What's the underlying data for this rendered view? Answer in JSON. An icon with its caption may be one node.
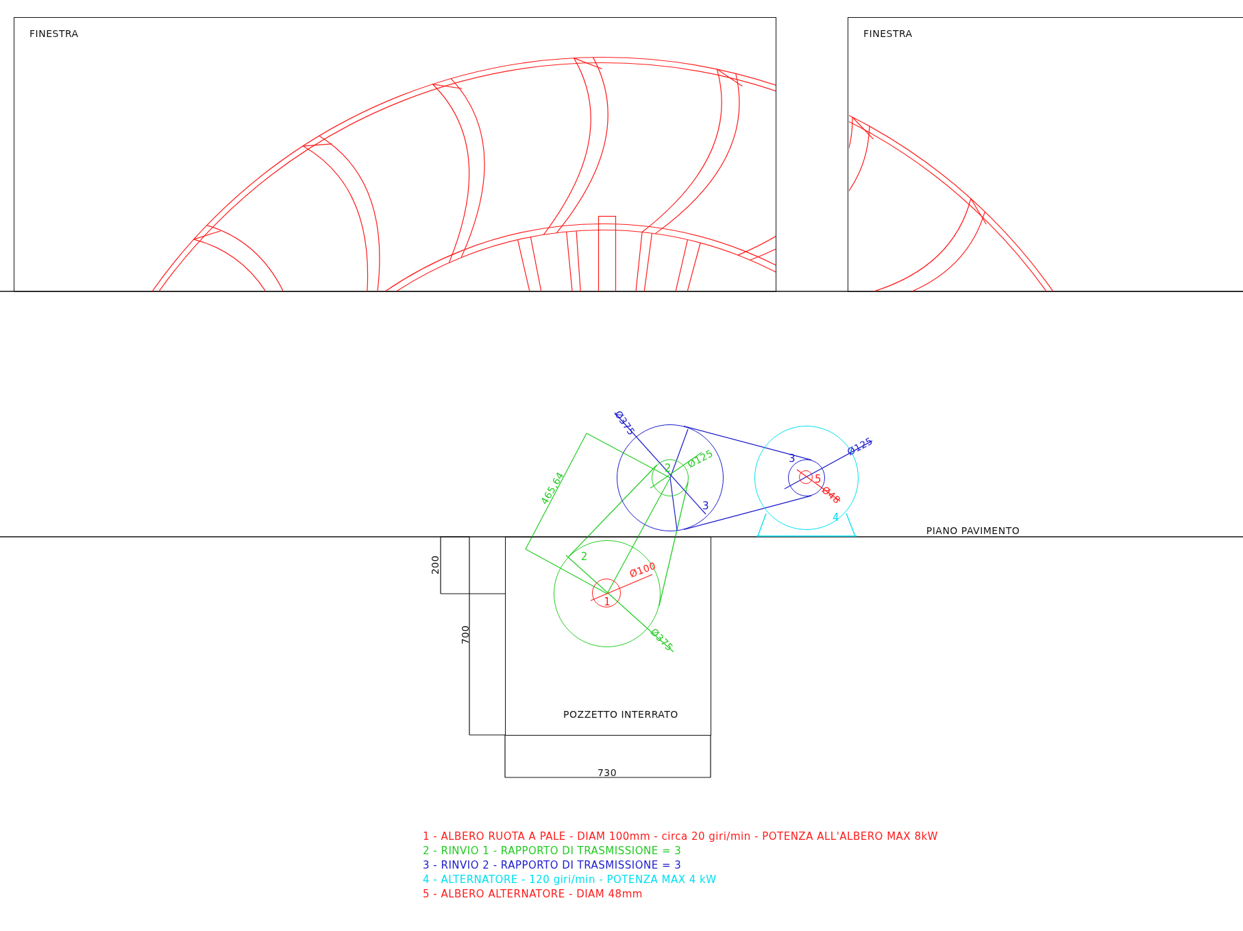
{
  "diagram": {
    "nodes": [
      {
        "text": [
          "FINESTRA"
        ]
      },
      {
        "text": [
          "FINESTRA"
        ]
      },
      {
        "text": [
          "POZZETTO INTERRATO"
        ]
      },
      {
        "text": [
          "2"
        ],
        "in": 2
      },
      {
        "text": [
          "1"
        ],
        "in": 3
      },
      {
        "text": [
          "3"
        ]
      },
      {
        "text": [
          "2"
        ],
        "in": 5
      },
      {
        "text": [
          "4"
        ]
      },
      {
        "text": [],
        "shape": "circle",
        "in": 7,
        "beside": [
          "3"
        ]
      },
      {
        "text": [],
        "shape": "circle",
        "in": 8,
        "beside": [
          "5"
        ]
      }
    ],
    "edges": [
      {
        "from": 3,
        "to": 6,
        "arrow": "none",
        "color": "#22cc22"
      },
      {
        "from": 5,
        "to": 8,
        "arrow": "none",
        "color": "#1a1acc"
      }
    ],
    "labels": [
      "Ø375",
      "Ø125",
      "465,64",
      "Ø125",
      "Ø48",
      "PIANO PAVIMENTO",
      "200",
      "Ø100",
      "700",
      "Ø375",
      "730",
      "1 - ALBERO RUOTA A PALE - DIAM 100mm - circa 20 giri/min - POTENZA ALL'ALBERO MAX 8kW",
      "2 - RINVIO 1 - RAPPORTO DI TRASMISSIONE = 3",
      "3 - RINVIO 2 - RAPPORTO DI TRASMISSIONE = 3",
      "4 - ALTERNATORE - 120 giri/min - POTENZA MAX 4 kW",
      "5 - ALBERO ALTERNATORE - DIAM 48mm"
    ]
  }
}
